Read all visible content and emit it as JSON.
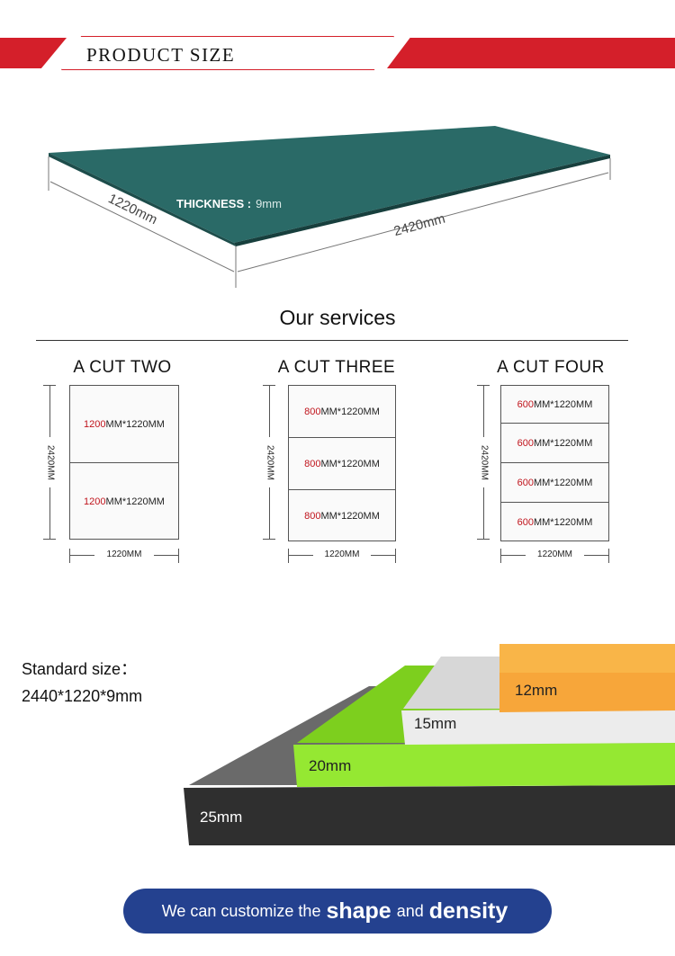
{
  "banner": {
    "title": "PRODUCT SIZE",
    "accent_color": "#d41f2a"
  },
  "panel": {
    "thickness_label": "THICKNESS :",
    "thickness_value": "9mm",
    "width_label": "1220mm",
    "length_label": "2420mm",
    "panel_color": "#2a6a67"
  },
  "services": {
    "title": "Our services",
    "cuts": [
      {
        "title": "A CUT TWO",
        "height_label": "2420MM",
        "width_label": "1220MM",
        "pieces": [
          {
            "red": "1200",
            "rest": "MM*1220MM"
          },
          {
            "red": "1200",
            "rest": "MM*1220MM"
          }
        ]
      },
      {
        "title": "A CUT THREE",
        "height_label": "2420MM",
        "width_label": "1220MM",
        "pieces": [
          {
            "red": "800",
            "rest": "MM*1220MM"
          },
          {
            "red": "800",
            "rest": "MM*1220MM"
          },
          {
            "red": "800",
            "rest": "MM*1220MM"
          }
        ]
      },
      {
        "title": "A CUT FOUR",
        "height_label": "2420MM",
        "width_label": "1220MM",
        "pieces": [
          {
            "red": "600",
            "rest": "MM*1220MM"
          },
          {
            "red": "600",
            "rest": "MM*1220MM"
          },
          {
            "red": "600",
            "rest": "MM*1220MM"
          },
          {
            "red": "600",
            "rest": "MM*1220MM"
          }
        ]
      }
    ]
  },
  "standard": {
    "label": "Standard size：",
    "value": "2440*1220*9mm"
  },
  "stack": {
    "layers": [
      {
        "label": "12mm",
        "color": "#f7a63a"
      },
      {
        "label": "15mm",
        "color": "#e6e6e6"
      },
      {
        "label": "20mm",
        "color": "#8ee02c"
      },
      {
        "label": "25mm",
        "color": "#3a3a3a"
      }
    ]
  },
  "cta": {
    "prefix": "We can customize the",
    "word1": "shape",
    "middle": "and",
    "word2": "density",
    "color": "#24418f"
  }
}
